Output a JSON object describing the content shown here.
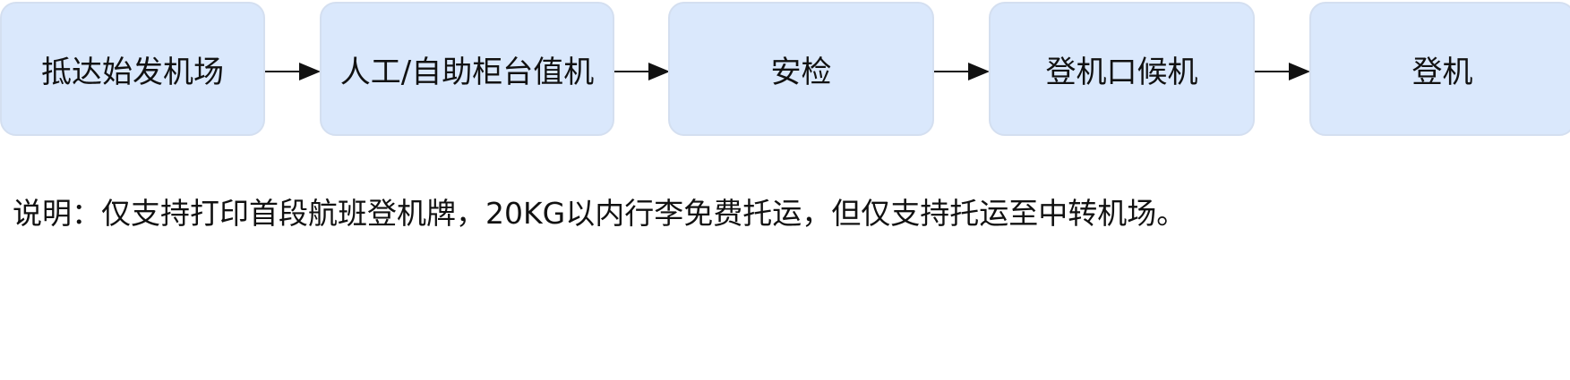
{
  "diagram": {
    "type": "process-flow",
    "steps": [
      {
        "id": "s1",
        "label": "抵达始发机场"
      },
      {
        "id": "s2",
        "label": "人工/自助柜台值机"
      },
      {
        "id": "s3",
        "label": "安检"
      },
      {
        "id": "s4",
        "label": "登机口候机"
      },
      {
        "id": "s5",
        "label": "登机"
      }
    ],
    "edges": [
      {
        "from": "s1",
        "to": "s2"
      },
      {
        "from": "s2",
        "to": "s3"
      },
      {
        "from": "s3",
        "to": "s4"
      },
      {
        "from": "s4",
        "to": "s5"
      }
    ],
    "colors": {
      "box_fill": "#dae8fc",
      "box_border": "#d4dff0",
      "arrow": "#111111",
      "text": "#111111"
    }
  },
  "note": "说明：仅支持打印首段航班登机牌，20KG以内行李免费托运，但仅支持托运至中转机场。"
}
